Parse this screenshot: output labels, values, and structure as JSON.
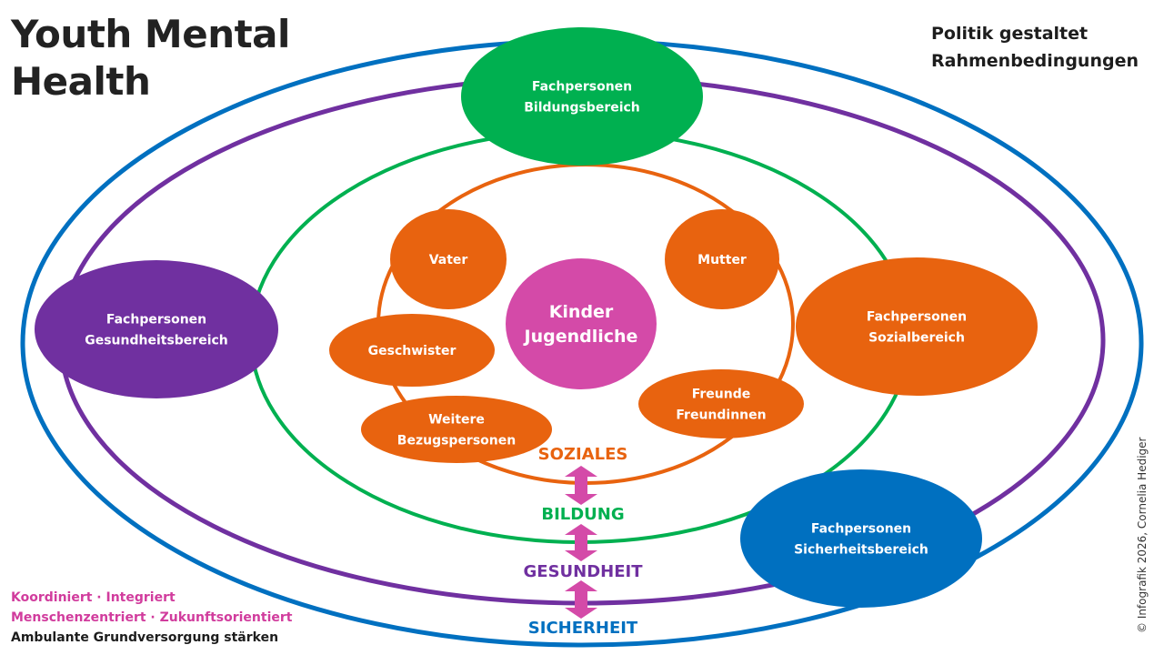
{
  "title_line1": "Youth Mental",
  "title_line2": "Health",
  "policy": {
    "line1": "Politik gestaltet",
    "line2": "Rahmenbedingungen"
  },
  "center": {
    "line1": "Kinder",
    "line2": "Jugendliche",
    "color": "#D44AA8"
  },
  "family": [
    {
      "id": "vater",
      "lines": [
        "Vater"
      ]
    },
    {
      "id": "mutter",
      "lines": [
        "Mutter"
      ]
    },
    {
      "id": "geschwister",
      "lines": [
        "Geschwister"
      ]
    },
    {
      "id": "weitere-bezugspersonen",
      "lines": [
        "Weitere",
        "Bezugspersonen"
      ]
    },
    {
      "id": "freunde-freundinnen",
      "lines": [
        "Freunde",
        "Freundinnen"
      ]
    }
  ],
  "professionals": [
    {
      "id": "bildungsbereich",
      "lines": [
        "Fachpersonen",
        "Bildungsbereich"
      ],
      "color": "#00B050"
    },
    {
      "id": "gesundheitsbereich",
      "lines": [
        "Fachpersonen",
        "Gesundheitsbereich"
      ],
      "color": "#7030A0"
    },
    {
      "id": "sozialbereich",
      "lines": [
        "Fachpersonen",
        "Sozialbereich"
      ],
      "color": "#E8630F"
    },
    {
      "id": "sicherheitsbereich",
      "lines": [
        "Fachpersonen",
        "Sicherheitsbereich"
      ],
      "color": "#0070C0"
    }
  ],
  "rings": [
    {
      "id": "soziales",
      "label": "SOZIALES",
      "color": "#E8630F"
    },
    {
      "id": "bildung",
      "label": "BILDUNG",
      "color": "#00B050"
    },
    {
      "id": "gesundheit",
      "label": "GESUNDHEIT",
      "color": "#7030A0"
    },
    {
      "id": "sicherheit",
      "label": "SICHERHEIT",
      "color": "#0070C0"
    }
  ],
  "arrow_color": "#D44AA8",
  "footer": [
    {
      "text": "Koordiniert · Integriert",
      "color": "#D13C9D"
    },
    {
      "text": "Menschenzentriert · Zukunftsorientiert",
      "color": "#D13C9D"
    },
    {
      "text": "Ambulante Grundversorgung stärken",
      "color": "#1d1d1d"
    }
  ],
  "credit": "© Infografik 2026, Cornelia Hediger"
}
